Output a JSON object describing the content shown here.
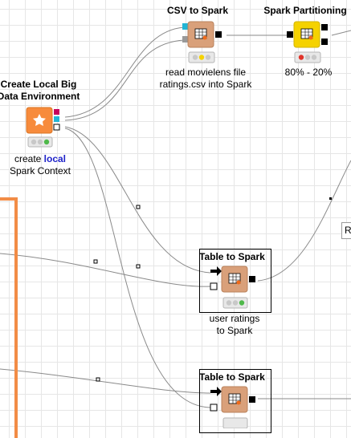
{
  "colors": {
    "grid": "#e6e6e6",
    "annotation_border": "#f28c46",
    "source_node": "#f78b3c",
    "spark_node": "#d9a07a",
    "partition_node": "#f5d200",
    "keyword": "#1f23c9",
    "wire": "#8a8a8a"
  },
  "nodes": {
    "create_env": {
      "title_line1": "Create Local Big",
      "title_line2": "Data Environment",
      "desc_prefix": "create ",
      "desc_keyword": "local",
      "desc_line2": "Spark Context",
      "icon": "star-node-icon",
      "status": "executed"
    },
    "csv_to_spark": {
      "title": "CSV to Spark",
      "desc_line1": "read movielens file",
      "desc_line2": "ratings.csv into Spark",
      "icon": "table-node-icon",
      "status": "configured"
    },
    "spark_partitioning": {
      "title": "Spark Partitioning",
      "desc": "80% - 20%",
      "icon": "table-node-icon",
      "status": "not-configured"
    },
    "table_to_spark_1": {
      "title": "Table to Spark",
      "desc_line1": "user ratings",
      "desc_line2": "to Spark",
      "icon": "table-node-icon",
      "status": "executed"
    },
    "table_to_spark_2": {
      "title": "Table to Spark",
      "icon": "table-node-icon",
      "status": "executed"
    }
  },
  "annotation_stub_text": "R"
}
